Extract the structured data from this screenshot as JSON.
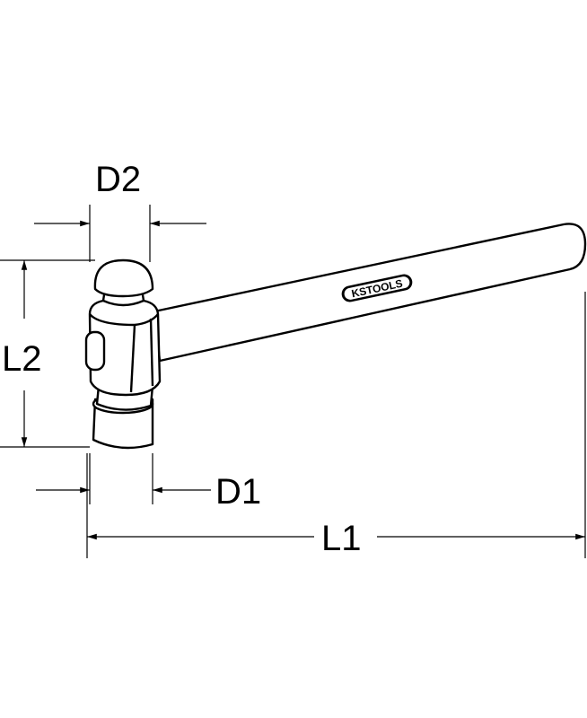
{
  "dimensions": {
    "d2": "D2",
    "l2": "L2",
    "d1": "D1",
    "l1": "L1"
  },
  "logo": {
    "text": "KSTOOLS"
  }
}
